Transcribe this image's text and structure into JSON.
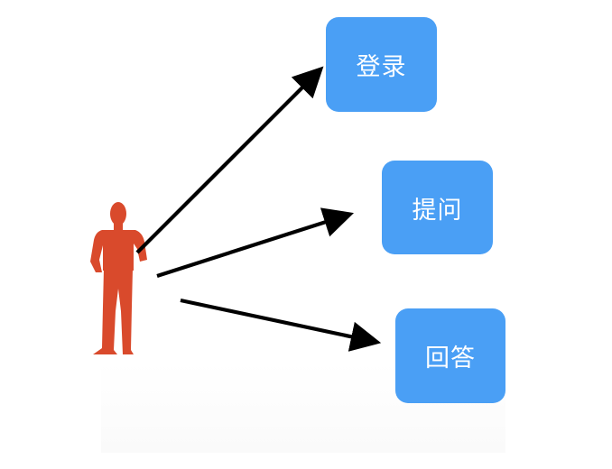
{
  "diagram": {
    "actor": {
      "icon": "person-icon",
      "color": "#d94a2c"
    },
    "actions": [
      {
        "label": "登录"
      },
      {
        "label": "提问"
      },
      {
        "label": "回答"
      }
    ],
    "box_color": "#4a9ff5",
    "arrow_color": "#000000"
  }
}
